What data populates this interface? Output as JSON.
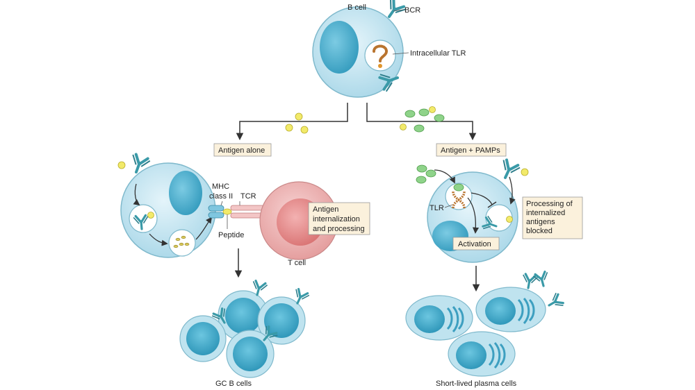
{
  "labels": {
    "b_cell": "B cell",
    "bcr": "BCR",
    "intracellular_tlr": "Intracellular TLR",
    "antigen_alone": "Antigen alone",
    "antigen_pamps": "Antigen + PAMPs",
    "mhc_line1": "MHC",
    "mhc_line2": "class II",
    "tcr": "TCR",
    "peptide": "Peptide",
    "t_cell": "T cell",
    "antigen_processing_line1": "Antigen",
    "antigen_processing_line2": "internalization",
    "antigen_processing_line3": "and processing",
    "tlr": "TLR",
    "activation": "Activation",
    "blocked_line1": "Processing of",
    "blocked_line2": "internalized",
    "blocked_line3": "antigens",
    "blocked_line4": "blocked",
    "gc_b_cells": "GC B cells",
    "plasma_cells": "Short-lived plasma cells"
  },
  "colors": {
    "cell_fill": "#bfe3ef",
    "nucleus_fill": "#4fb0cf",
    "bcr_color": "#3a9aa8",
    "antigen_yellow": "#f2ea6a",
    "pamp_green": "#8fd38a",
    "tcell_fill": "#e8a0a0",
    "box_fill": "#fbf1dc"
  }
}
